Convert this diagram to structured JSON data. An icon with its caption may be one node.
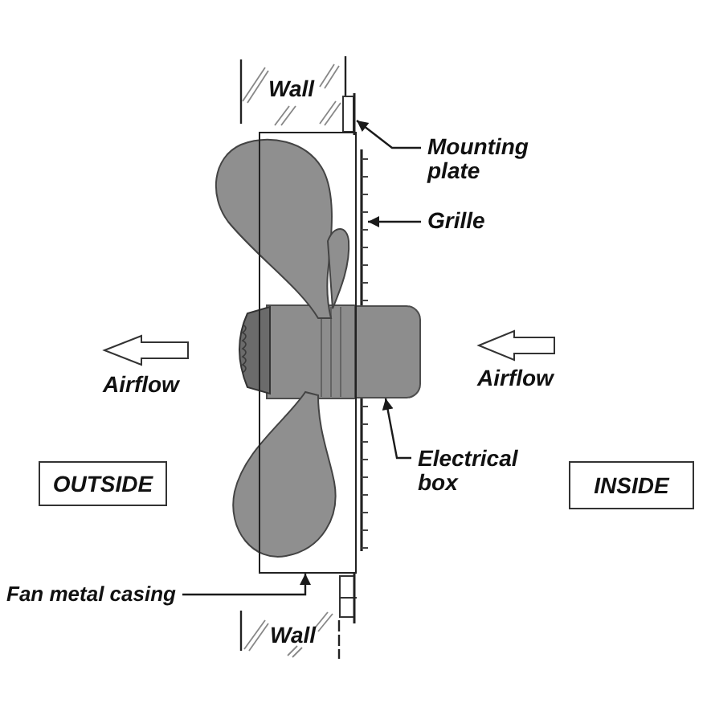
{
  "diagram": {
    "nodes": [
      {
        "text": [
          "Mounting plate"
        ]
      },
      {
        "text": [],
        "shape": "bar"
      },
      {
        "text": [
          "Grille"
        ]
      },
      {
        "text": [],
        "shape": "bar"
      },
      {
        "text": [],
        "shape": "cylinder"
      },
      {
        "text": [
          "Electrical box"
        ]
      },
      {
        "text": [
          "OUTSIDE"
        ]
      },
      {
        "text": [
          "INSIDE"
        ]
      },
      {
        "text": [
          "Fan metal casing"
        ]
      },
      {
        "text": [],
        "shape": "box"
      }
    ],
    "edges": [
      {
        "from": 0,
        "to": 1,
        "arrow": "to"
      },
      {
        "from": 2,
        "to": 3,
        "arrow": "to"
      },
      {
        "from": 5,
        "to": 4,
        "arrow": "to"
      },
      {
        "from": 8,
        "to": 9,
        "arrow": "to"
      }
    ],
    "labels": [
      "Wall",
      "Airflow",
      "Airflow",
      "Wall"
    ]
  }
}
